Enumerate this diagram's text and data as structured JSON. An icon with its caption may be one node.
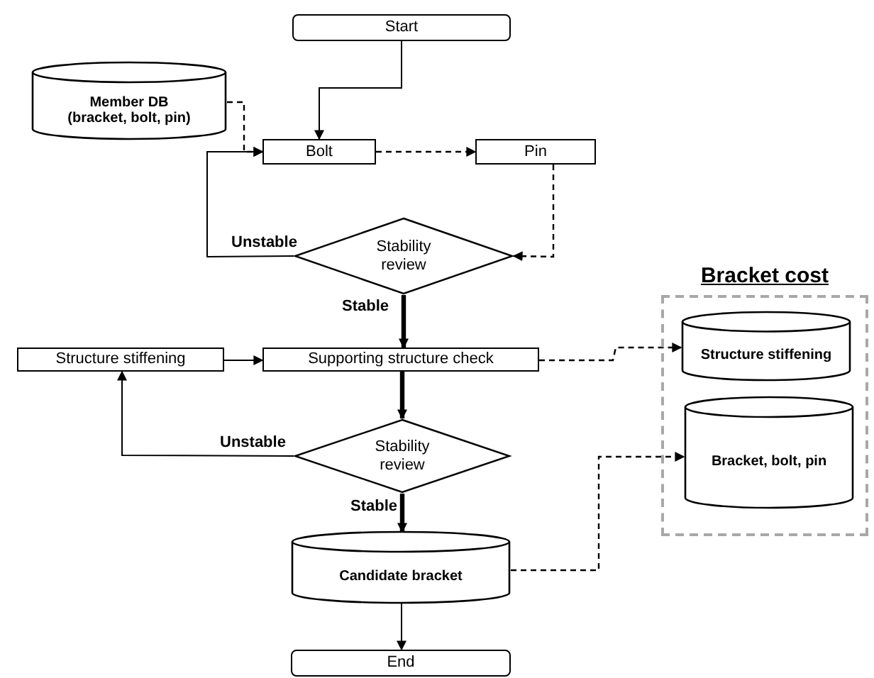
{
  "diagram": {
    "nodes": [
      {
        "text": [
          "Start"
        ]
      },
      {
        "text": [
          "Member DB",
          "(bracket, bolt, pin)"
        ]
      },
      {
        "text": [
          "Bolt"
        ]
      },
      {
        "text": [
          "Pin"
        ]
      },
      {
        "text": [
          "Stability review"
        ]
      },
      {
        "text": [
          "Bracket cost"
        ]
      },
      {
        "text": [
          "Structure stiffening"
        ],
        "in": 5
      },
      {
        "text": [
          "Bracket, bolt, pin"
        ],
        "in": 5
      },
      {
        "text": [
          "Structure stiffening"
        ]
      },
      {
        "text": [
          "Supporting structure check"
        ]
      },
      {
        "text": [
          "Stability review"
        ]
      },
      {
        "text": [
          "Candidate bracket"
        ]
      },
      {
        "text": [
          "End"
        ]
      }
    ],
    "edges": [
      {
        "from": 0,
        "to": 2,
        "arrow": "to"
      },
      {
        "from": 1,
        "to": 2,
        "arrow": "to",
        "style": "dashed"
      },
      {
        "from": 2,
        "to": 3,
        "arrow": "to",
        "style": "dashed"
      },
      {
        "from": 3,
        "to": 4,
        "arrow": "to",
        "style": "dashed"
      },
      {
        "from": 4,
        "to": 2,
        "arrow": "to",
        "label": "Unstable"
      },
      {
        "from": 4,
        "to": 9,
        "arrow": "to",
        "label": "Stable",
        "style": "thick"
      },
      {
        "from": 8,
        "to": 9,
        "arrow": "to"
      },
      {
        "from": 9,
        "to": 10,
        "arrow": "to",
        "style": "thick"
      },
      {
        "from": 10,
        "to": 8,
        "arrow": "to",
        "label": "Unstable"
      },
      {
        "from": 10,
        "to": 11,
        "arrow": "to",
        "label": "Stable",
        "style": "thick"
      },
      {
        "from": 11,
        "to": 12,
        "arrow": "to"
      },
      {
        "from": 9,
        "to": 6,
        "arrow": "to",
        "style": "dashed"
      },
      {
        "from": 11,
        "to": 7,
        "arrow": "to",
        "style": "dashed"
      }
    ]
  }
}
